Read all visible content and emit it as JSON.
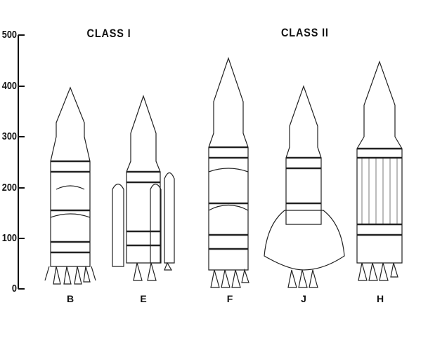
{
  "axis": {
    "ticks": [
      "0",
      "100",
      "200",
      "300",
      "400",
      "500"
    ]
  },
  "groups": [
    {
      "label": "CLASS I"
    },
    {
      "label": "CLASS II"
    }
  ],
  "vehicles": [
    {
      "label": "B",
      "height": 392
    },
    {
      "label": "E",
      "height": 375
    },
    {
      "label": "F",
      "height": 455
    },
    {
      "label": "J",
      "height": 397
    },
    {
      "label": "H",
      "height": 448
    }
  ]
}
